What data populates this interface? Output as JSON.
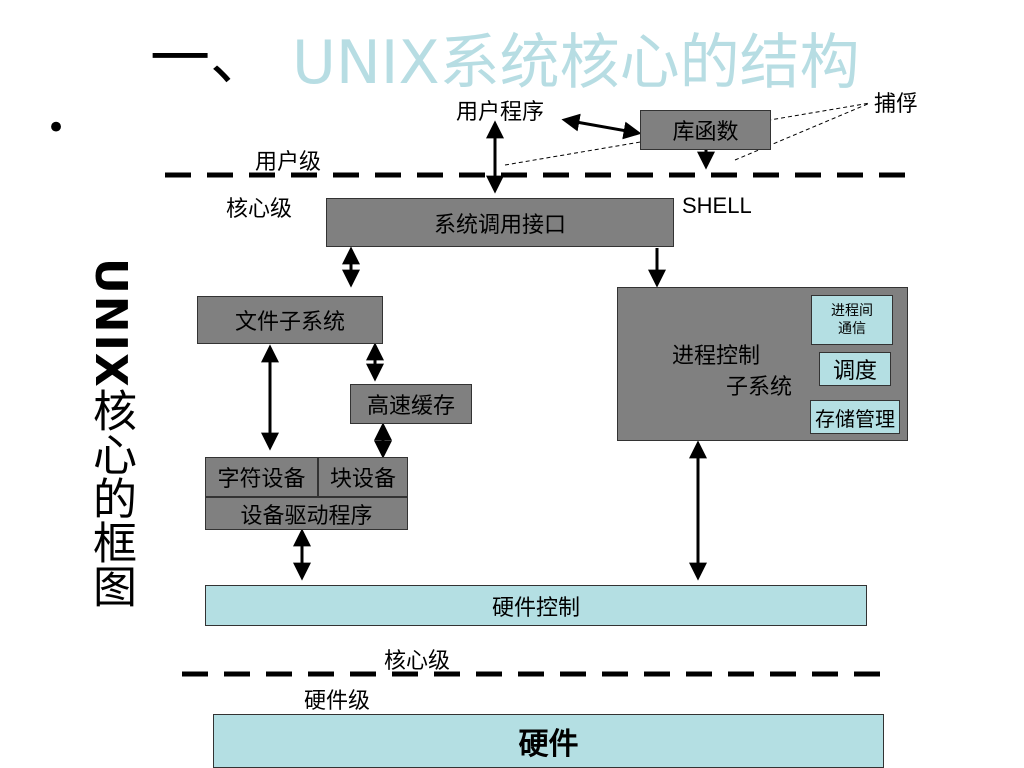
{
  "title": {
    "prefix": "一、",
    "main": "UNIX系统核心的结构"
  },
  "bullet": "•",
  "side_title": {
    "latin": "UNIX",
    "cjk": "核心的框图"
  },
  "labels": {
    "user_program": "用户程序",
    "library": "库函数",
    "trap": "捕俘",
    "user_level": "用户级",
    "kernel_level_top": "核心级",
    "shell": "SHELL",
    "syscall_interface": "系统调用接口",
    "file_subsystem": "文件子系统",
    "buffer_cache": "高速缓存",
    "char_device": "字符设备",
    "block_device": "块设备",
    "device_driver": "设备驱动程序",
    "process_control": "进程控制",
    "subsystem": "子系统",
    "ipc": "进程间\n通信",
    "scheduling": "调度",
    "memory_management": "存储管理",
    "hardware_control": "硬件控制",
    "kernel_level_bottom": "核心级",
    "hardware_level": "硬件级",
    "hardware": "硬件"
  }
}
